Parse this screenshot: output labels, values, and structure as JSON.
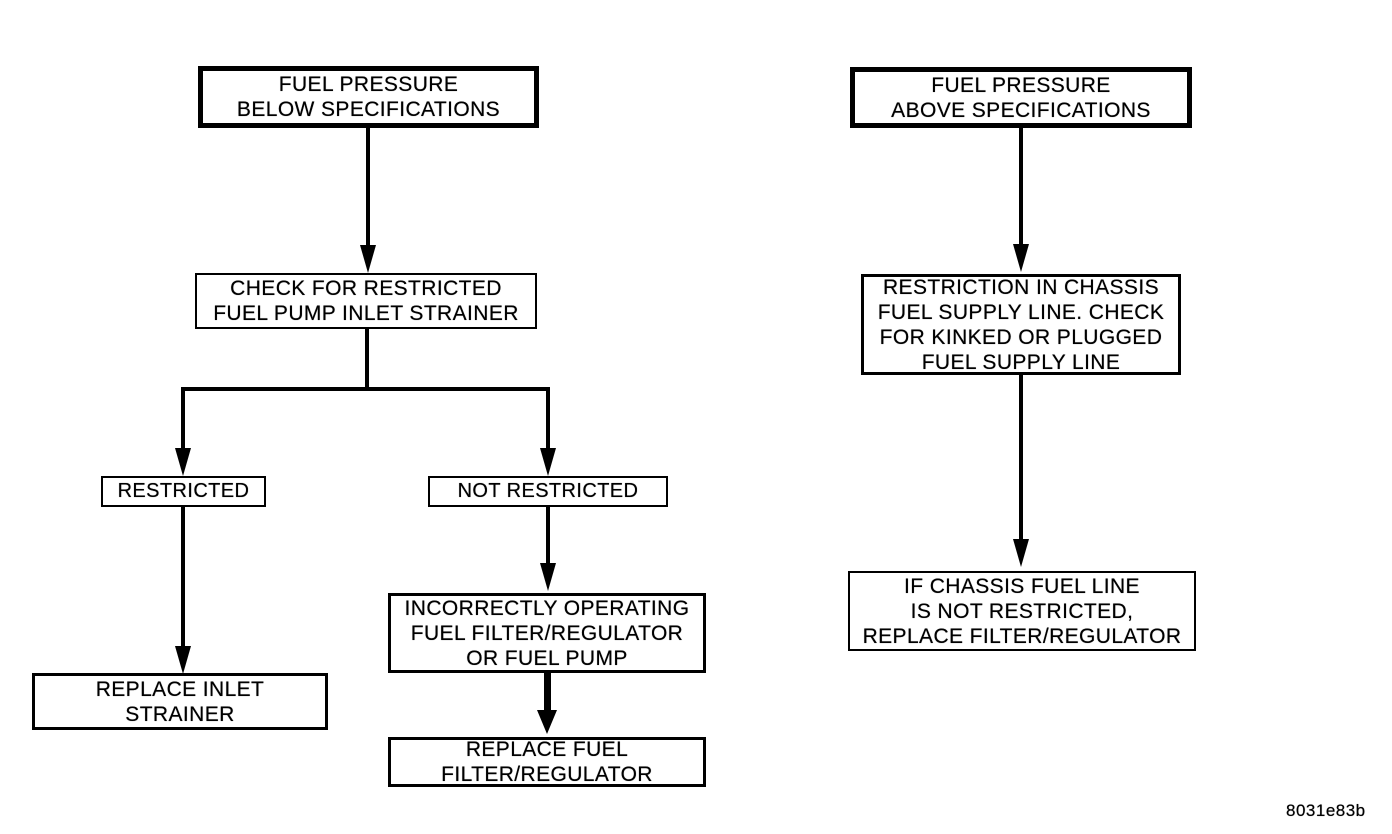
{
  "page": {
    "background_color": "#ffffff",
    "ink_color": "#000000"
  },
  "figure_label": "8031e83b",
  "diagram": {
    "type": "flowchart",
    "below": {
      "start": "FUEL PRESSURE\nBELOW SPECIFICATIONS",
      "check": "CHECK FOR RESTRICTED\nFUEL PUMP INLET STRAINER",
      "restricted": "RESTRICTED",
      "not_restricted": "NOT RESTRICTED",
      "replace_strainer": "REPLACE INLET\nSTRAINER",
      "faulty_component": "INCORRECTLY OPERATING\nFUEL FILTER/REGULATOR\nOR FUEL PUMP",
      "replace_filter": "REPLACE FUEL\nFILTER/REGULATOR",
      "edges": [
        {
          "from": "start",
          "to": "check"
        },
        {
          "from": "check",
          "to": "restricted"
        },
        {
          "from": "check",
          "to": "not_restricted"
        },
        {
          "from": "restricted",
          "to": "replace_strainer"
        },
        {
          "from": "not_restricted",
          "to": "faulty_component"
        },
        {
          "from": "faulty_component",
          "to": "replace_filter"
        }
      ]
    },
    "above": {
      "start": "FUEL PRESSURE\nABOVE SPECIFICATIONS",
      "restriction": "RESTRICTION IN CHASSIS\nFUEL SUPPLY LINE. CHECK\nFOR KINKED OR PLUGGED\nFUEL SUPPLY LINE",
      "conclusion": "IF CHASSIS FUEL LINE\nIS NOT RESTRICTED,\nREPLACE FILTER/REGULATOR",
      "edges": [
        {
          "from": "start",
          "to": "restriction"
        },
        {
          "from": "restriction",
          "to": "conclusion"
        }
      ]
    }
  }
}
